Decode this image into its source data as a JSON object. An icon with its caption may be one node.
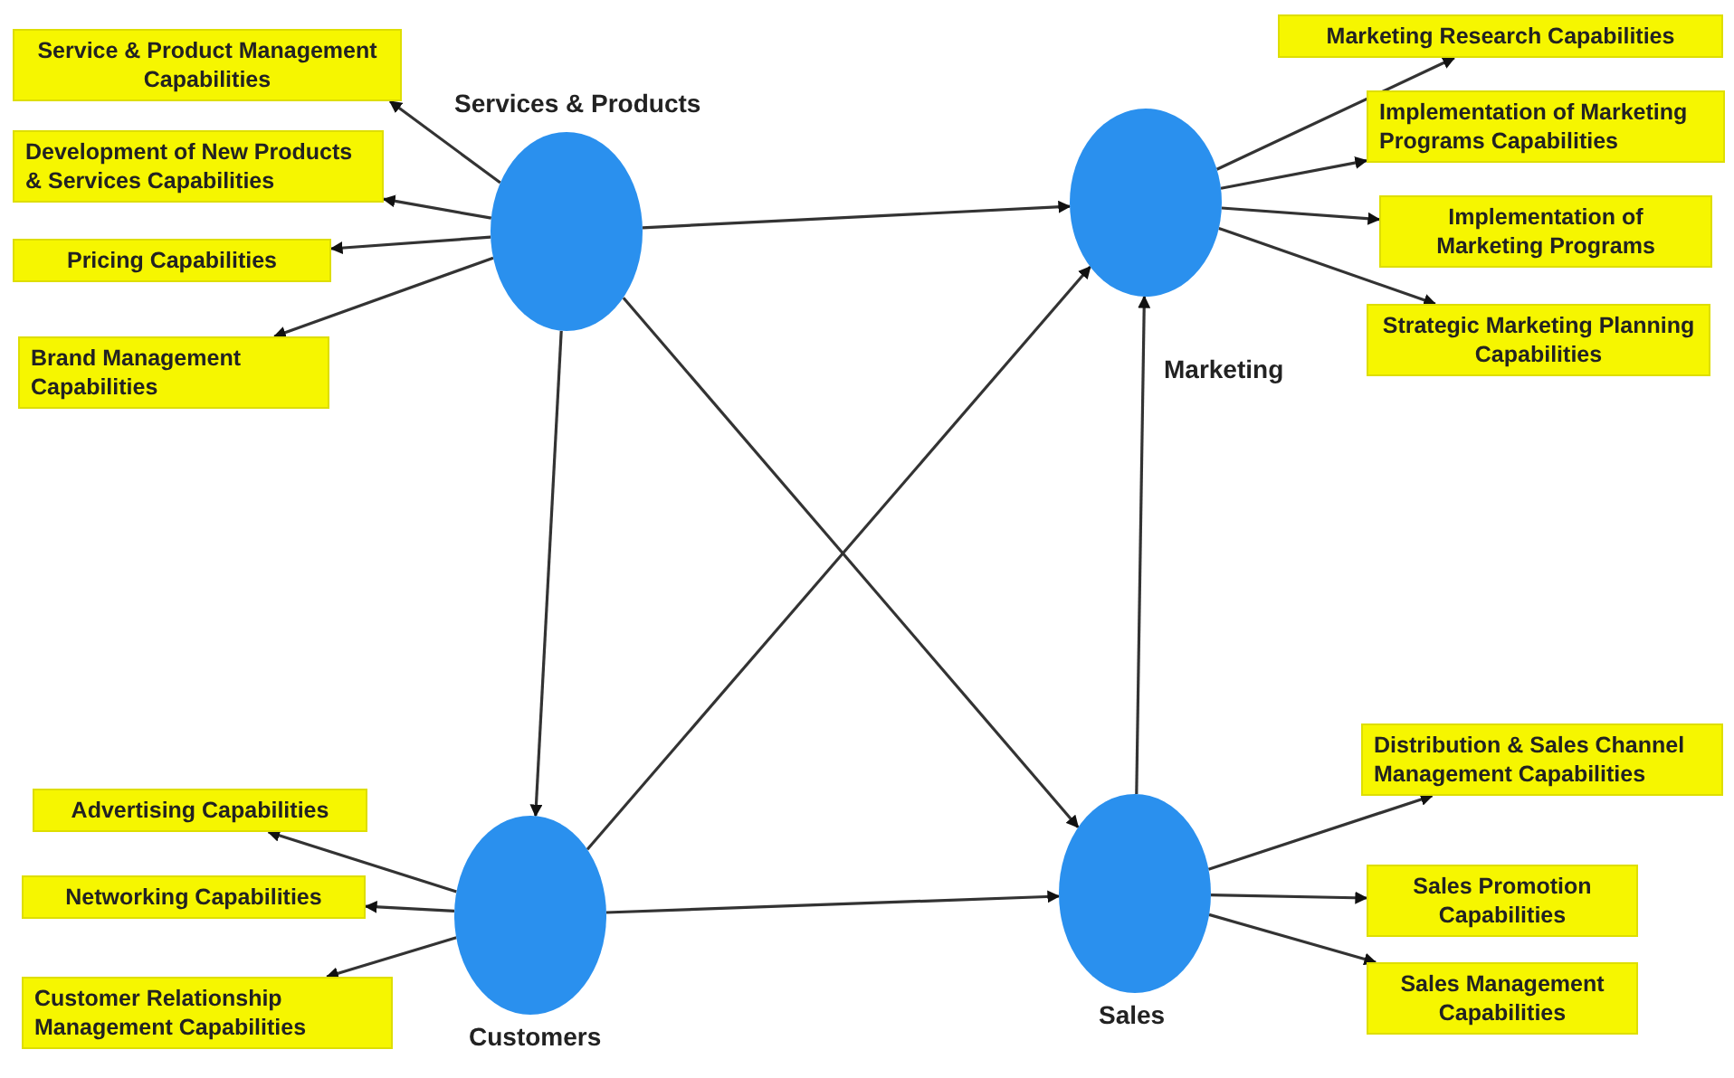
{
  "diagram": {
    "nodes": [
      {
        "text": [
          "Services & Products"
        ]
      },
      {
        "text": [
          "Marketing"
        ]
      },
      {
        "text": [
          "Customers"
        ]
      },
      {
        "text": [
          "Sales"
        ]
      },
      {
        "text": [
          "Service & Product Management Capabilities"
        ]
      },
      {
        "text": [
          "Development of New Products & Services Capabilities"
        ]
      },
      {
        "text": [
          "Pricing Capabilities"
        ]
      },
      {
        "text": [
          "Brand Management Capabilities"
        ]
      },
      {
        "text": [
          "Marketing Research Capabilities"
        ]
      },
      {
        "text": [
          "Implementation of Marketing Programs Capabilities"
        ]
      },
      {
        "text": [
          "Implementation of Marketing Programs"
        ]
      },
      {
        "text": [
          "Strategic Marketing Planning Capabilities"
        ]
      },
      {
        "text": [
          "Advertising Capabilities"
        ]
      },
      {
        "text": [
          "Networking Capabilities"
        ]
      },
      {
        "text": [
          "Customer Relationship Management Capabilities"
        ]
      },
      {
        "text": [
          "Distribution & Sales Channel Management Capabilities"
        ]
      },
      {
        "text": [
          "Sales Promotion Capabilities"
        ]
      },
      {
        "text": [
          "Sales Management Capabilities"
        ]
      }
    ],
    "edges": [
      {
        "from": 0,
        "to": 4,
        "arrow": "to"
      },
      {
        "from": 0,
        "to": 5,
        "arrow": "to"
      },
      {
        "from": 0,
        "to": 6,
        "arrow": "to"
      },
      {
        "from": 0,
        "to": 7,
        "arrow": "to"
      },
      {
        "from": 0,
        "to": 1,
        "arrow": "to"
      },
      {
        "from": 0,
        "to": 2,
        "arrow": "to"
      },
      {
        "from": 0,
        "to": 3,
        "arrow": "to"
      },
      {
        "from": 2,
        "to": 1,
        "arrow": "to"
      },
      {
        "from": 3,
        "to": 1,
        "arrow": "to"
      },
      {
        "from": 2,
        "to": 3,
        "arrow": "to"
      },
      {
        "from": 1,
        "to": 8,
        "arrow": "to"
      },
      {
        "from": 1,
        "to": 9,
        "arrow": "to"
      },
      {
        "from": 1,
        "to": 10,
        "arrow": "to"
      },
      {
        "from": 1,
        "to": 11,
        "arrow": "to"
      },
      {
        "from": 2,
        "to": 12,
        "arrow": "to"
      },
      {
        "from": 2,
        "to": 13,
        "arrow": "to"
      },
      {
        "from": 2,
        "to": 14,
        "arrow": "to"
      },
      {
        "from": 3,
        "to": 15,
        "arrow": "to"
      },
      {
        "from": 3,
        "to": 16,
        "arrow": "to"
      },
      {
        "from": 3,
        "to": 17,
        "arrow": "to"
      }
    ]
  }
}
